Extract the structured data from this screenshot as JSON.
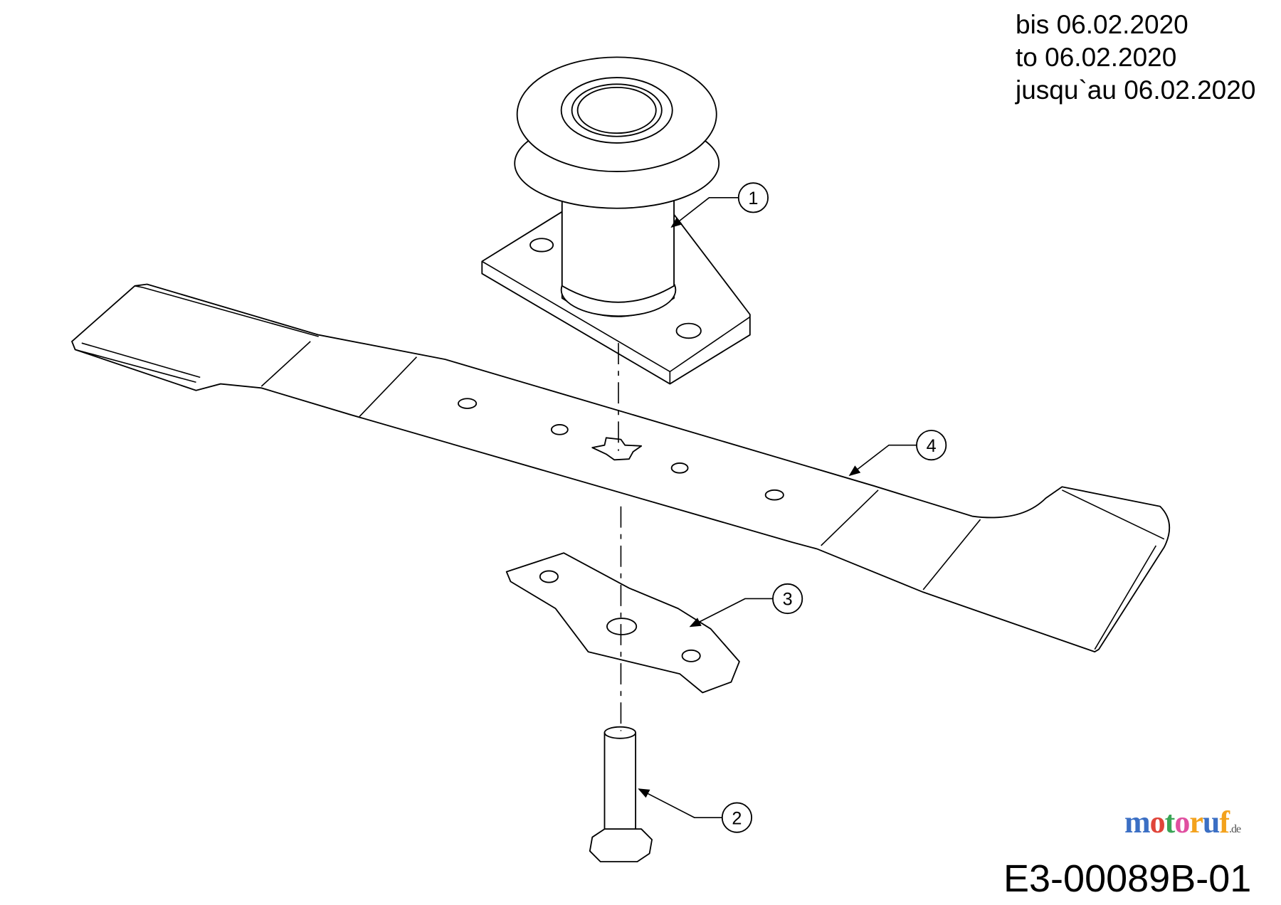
{
  "validity": {
    "de": "bis 06.02.2020",
    "en": "to 06.02.2020",
    "fr": "jusqu`au 06.02.2020"
  },
  "diagram_code": "E3-00089B-01",
  "watermark": {
    "text": "motoruf",
    "suffix": ".de",
    "colors": [
      "#3b6fc4",
      "#e0453a",
      "#3aa556",
      "#e04fa0",
      "#f3a21d",
      "#3b6fc4",
      "#f3a21d"
    ]
  },
  "callouts": [
    {
      "number": "1",
      "part": "pulley-spindle"
    },
    {
      "number": "2",
      "part": "blade-bolt"
    },
    {
      "number": "3",
      "part": "blade-adapter"
    },
    {
      "number": "4",
      "part": "mower-blade"
    }
  ]
}
